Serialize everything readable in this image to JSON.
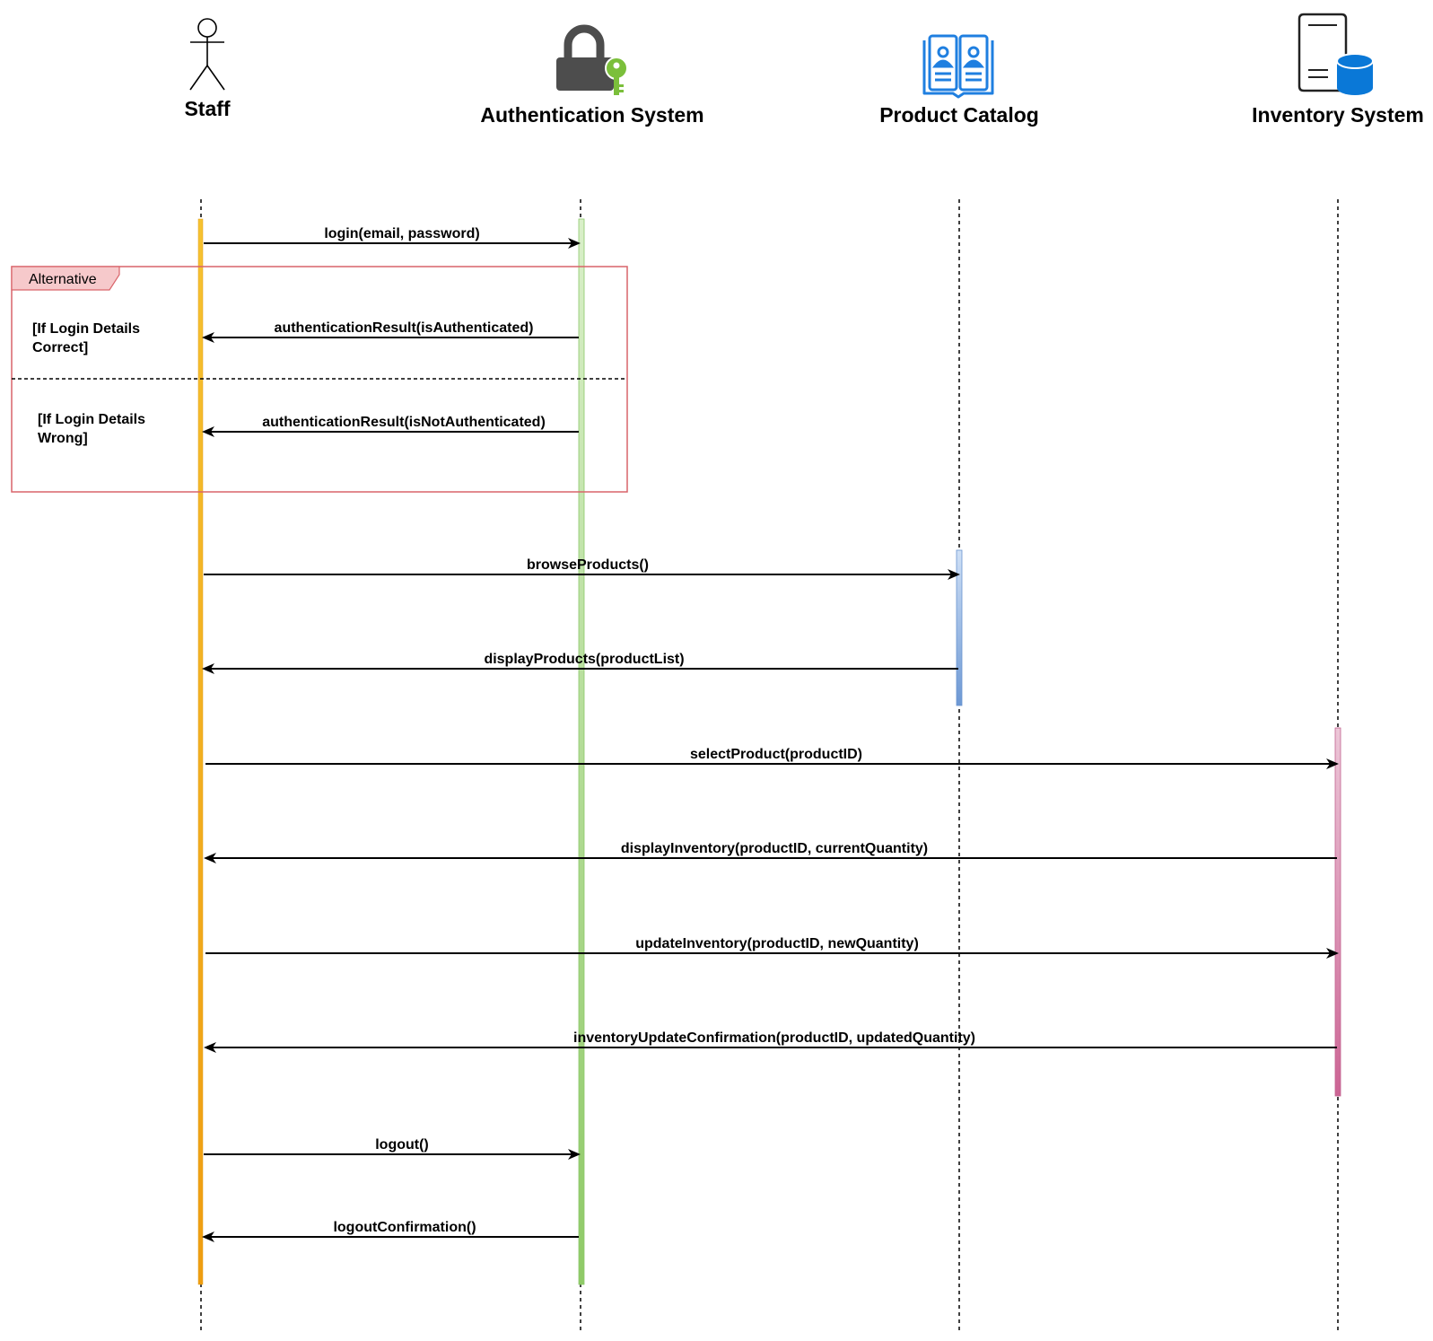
{
  "actors": [
    {
      "id": "staff",
      "label": "Staff",
      "icon": "stick-figure-icon"
    },
    {
      "id": "auth",
      "label": "Authentication System",
      "icon": "padlock-key-icon"
    },
    {
      "id": "catalog",
      "label": "Product Catalog",
      "icon": "catalog-book-icon"
    },
    {
      "id": "inventory",
      "label": "Inventory System",
      "icon": "server-database-icon"
    }
  ],
  "messages": [
    {
      "label": "login(email, password)",
      "from": "staff",
      "to": "auth"
    },
    {
      "label": "authenticationResult(isAuthenticated)",
      "from": "auth",
      "to": "staff"
    },
    {
      "label": "authenticationResult(isNotAuthenticated)",
      "from": "auth",
      "to": "staff"
    },
    {
      "label": "browseProducts()",
      "from": "staff",
      "to": "catalog"
    },
    {
      "label": "displayProducts(productList)",
      "from": "catalog",
      "to": "staff"
    },
    {
      "label": "selectProduct(productID)",
      "from": "staff",
      "to": "inventory"
    },
    {
      "label": "displayInventory(productID, currentQuantity)",
      "from": "inventory",
      "to": "staff"
    },
    {
      "label": "updateInventory(productID, newQuantity)",
      "from": "staff",
      "to": "inventory"
    },
    {
      "label": "inventoryUpdateConfirmation(productID, updatedQuantity)",
      "from": "inventory",
      "to": "staff"
    },
    {
      "label": "logout()",
      "from": "staff",
      "to": "auth"
    },
    {
      "label": "logoutConfirmation()",
      "from": "auth",
      "to": "staff"
    }
  ],
  "alt_frame": {
    "title": "Alternative",
    "conditions": [
      {
        "line1": "[If Login Details",
        "line2": "Correct]"
      },
      {
        "line1": "[If Login Details",
        "line2": "Wrong]"
      }
    ]
  },
  "colors": {
    "staff_bar": "#f0a81c",
    "auth_bar": "#97cc73",
    "catalog_bar": "#7fa6dc",
    "inventory_bar": "#d47aa0",
    "frame_border": "#d9646a",
    "frame_tab": "#f6c9cb",
    "lock": "#4d4d4d",
    "key": "#7bbf3b",
    "catalog_icon": "#1f7fe0",
    "db_icon": "#0a78d7"
  }
}
